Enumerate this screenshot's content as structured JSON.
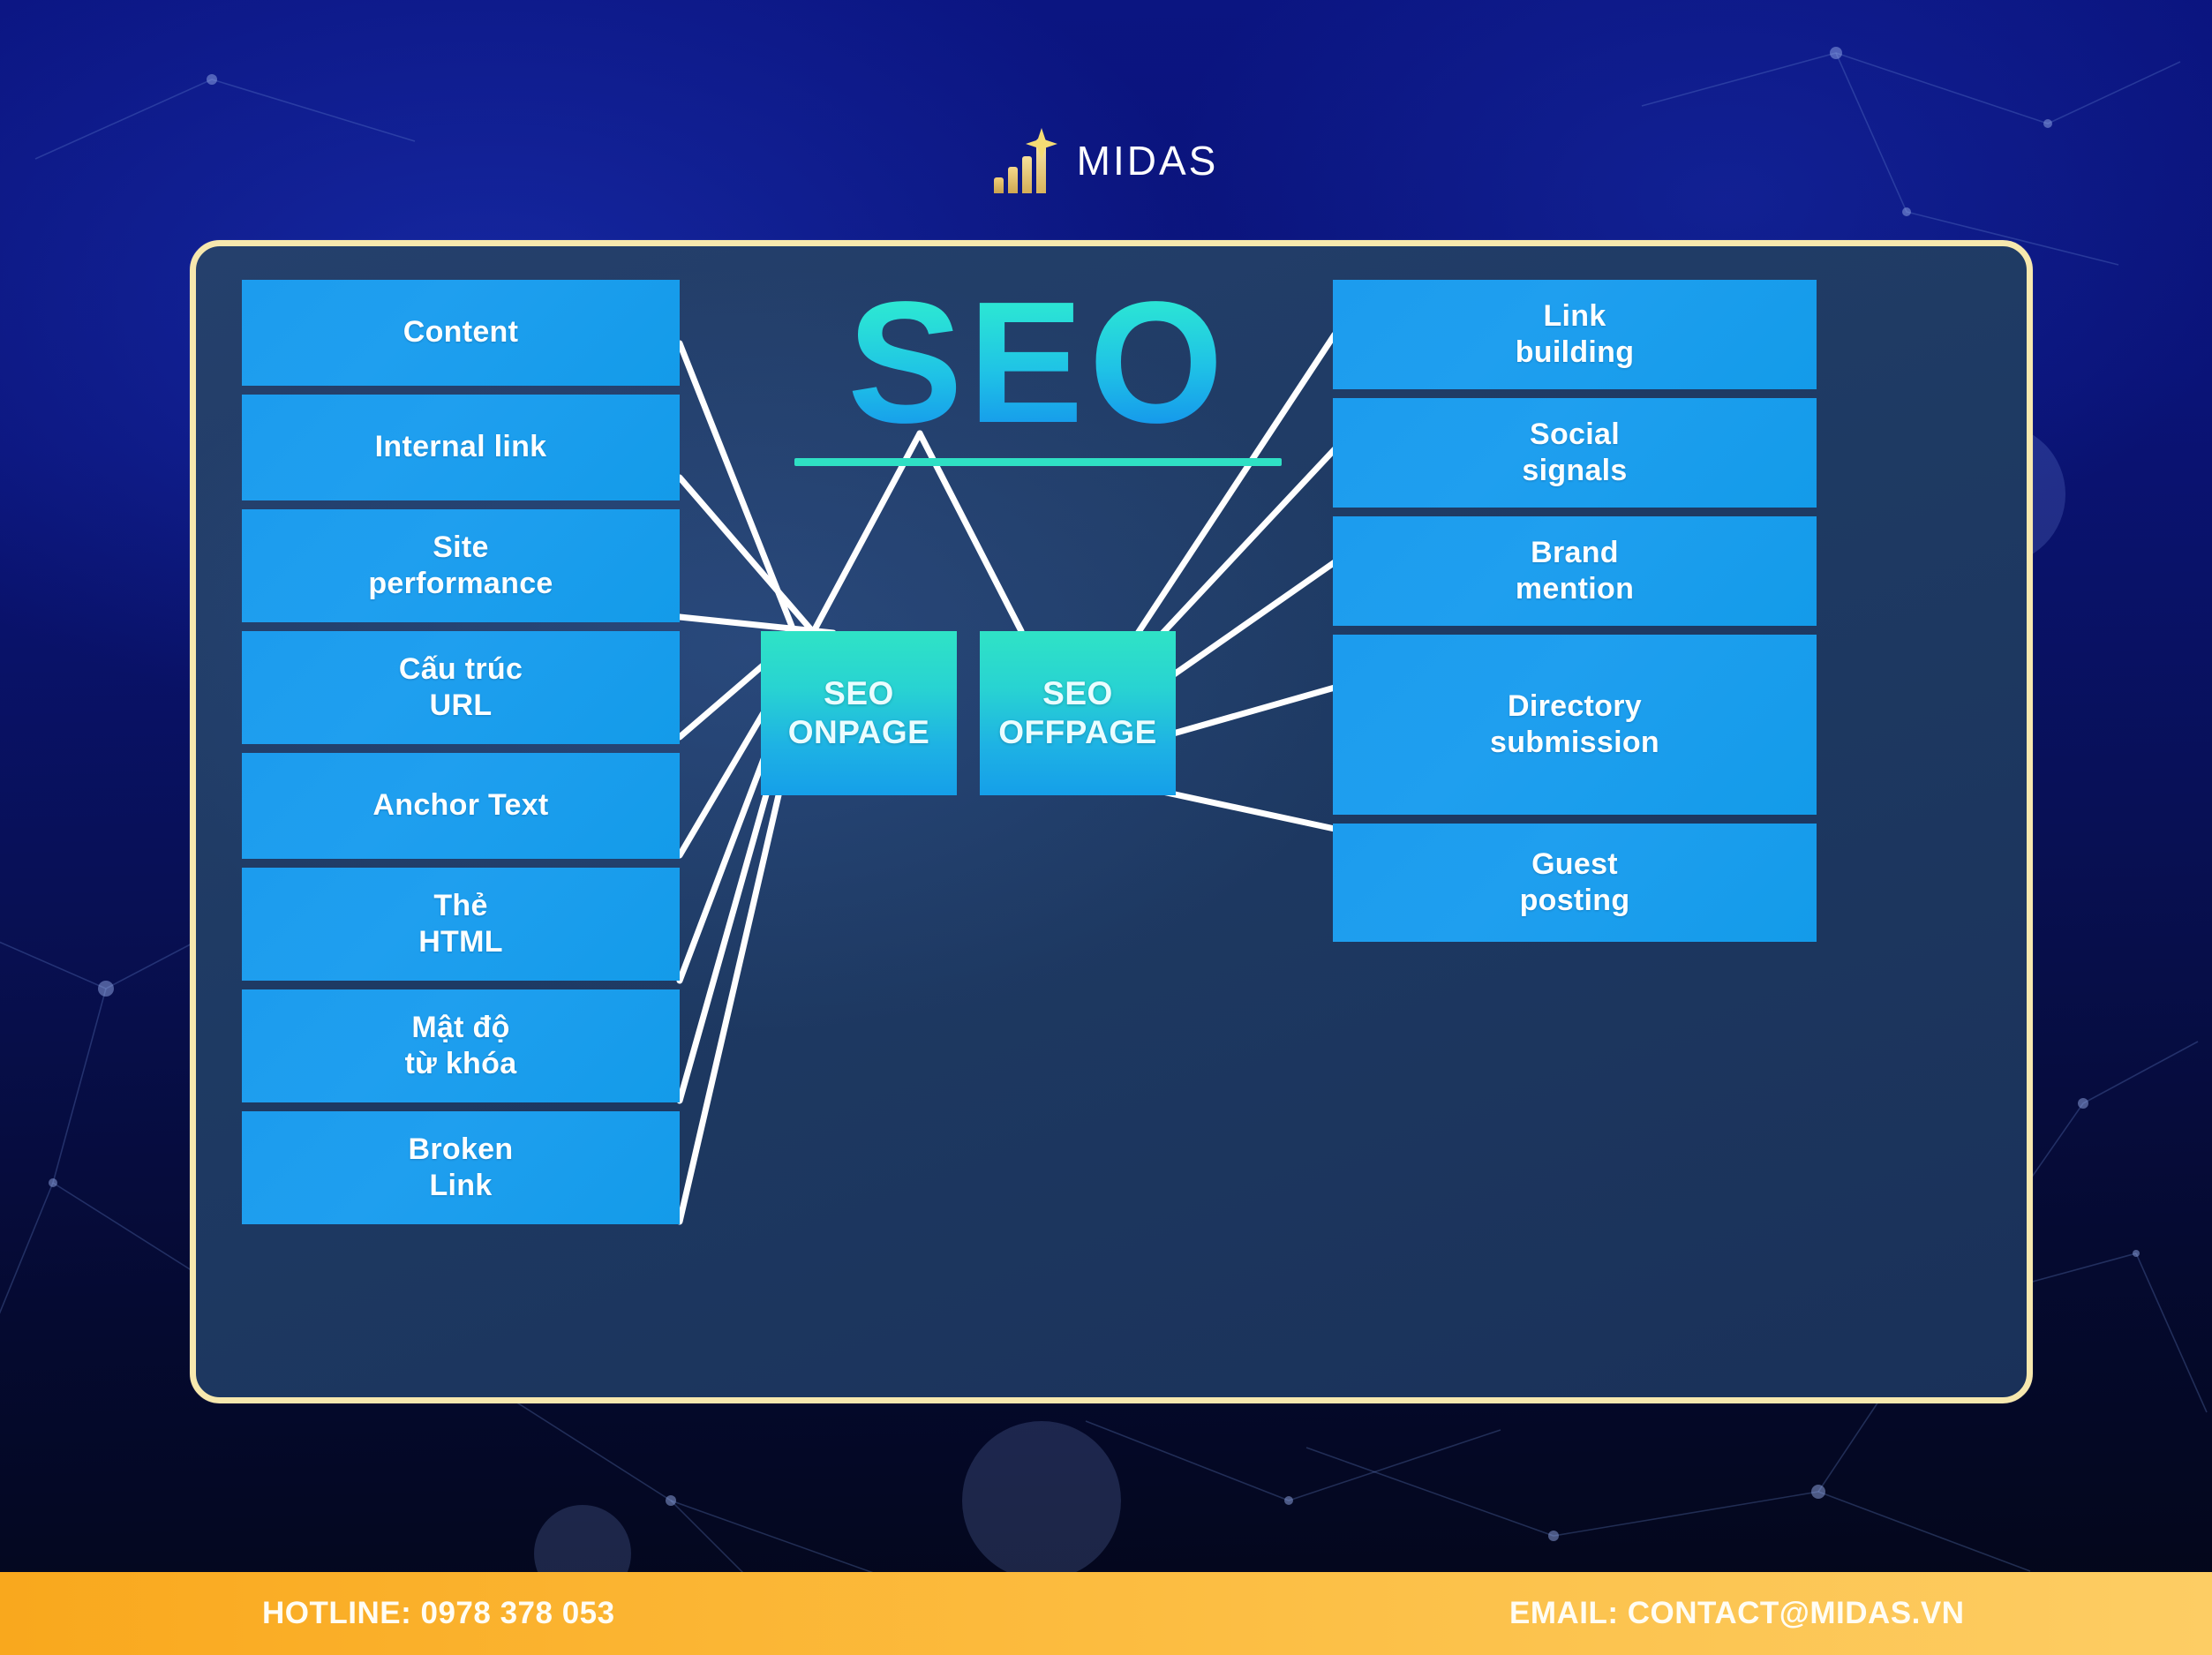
{
  "brand": {
    "logo_text": "MIDAS",
    "logo_icon": "bar-chart-star-icon",
    "gold": "#e4bc63",
    "background_color": "#0a1480"
  },
  "diagram": {
    "title": "SEO",
    "card_border_color": "#f7e8ae",
    "card_background_color": "#1e3a63",
    "node_color": "#1c9cee",
    "hub_gradient_from": "#2fe3c6",
    "hub_gradient_to": "#159fe9",
    "connector_color": "#ffffff",
    "hubs": [
      {
        "id": "onpage",
        "label_line1": "SEO",
        "label_line2": "ONPAGE"
      },
      {
        "id": "offpage",
        "label_line1": "SEO",
        "label_line2": "OFFPAGE"
      }
    ],
    "onpage_factors": [
      {
        "line1": "Content",
        "line2": ""
      },
      {
        "line1": "Internal link",
        "line2": ""
      },
      {
        "line1": "Site",
        "line2": "performance"
      },
      {
        "line1": "Cấu trúc",
        "line2": "URL"
      },
      {
        "line1": "Anchor Text",
        "line2": ""
      },
      {
        "line1": "Thẻ",
        "line2": "HTML"
      },
      {
        "line1": "Mật độ",
        "line2": "từ khóa"
      },
      {
        "line1": "Broken",
        "line2": "Link"
      }
    ],
    "offpage_factors": [
      {
        "line1": "Link",
        "line2": "building"
      },
      {
        "line1": "Social",
        "line2": "signals"
      },
      {
        "line1": "Brand",
        "line2": "mention"
      },
      {
        "line1": "Directory",
        "line2": "submission"
      },
      {
        "line1": "Guest",
        "line2": "posting"
      }
    ]
  },
  "footer": {
    "hotline": "HOTLINE: 0978 378 053",
    "email": "EMAIL: CONTACT@MIDAS.VN",
    "background_from": "#f9a81d",
    "background_to": "#fdcd64"
  }
}
